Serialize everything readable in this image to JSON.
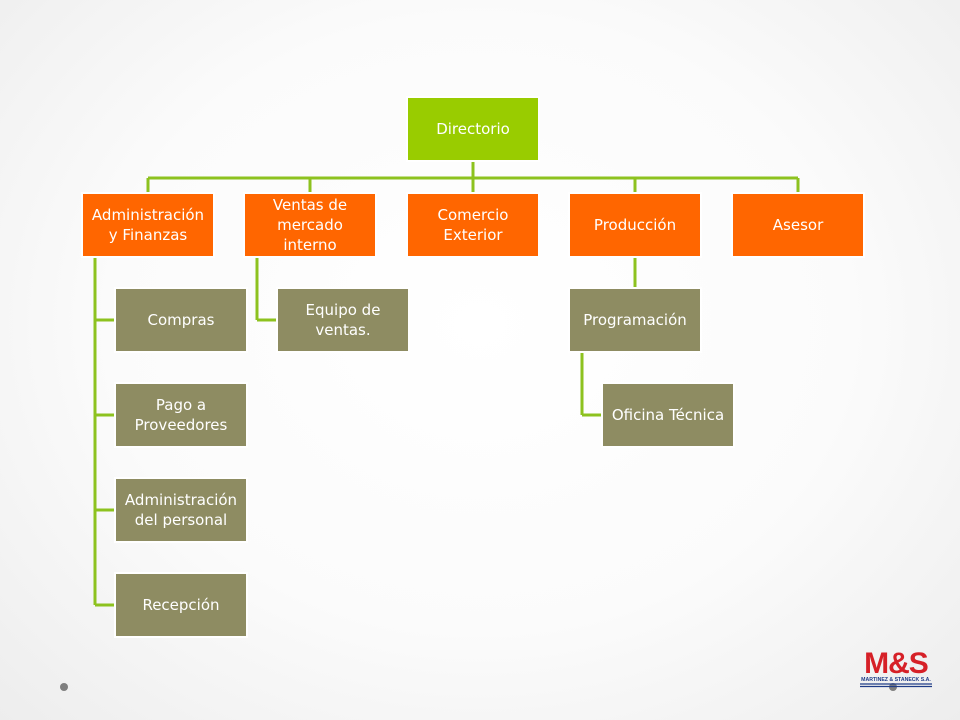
{
  "org": {
    "root": "Directorio",
    "departments": [
      "Administración y Finanzas",
      "Ventas de mercado interno",
      "Comercio Exterior",
      "Producción",
      "Asesor"
    ],
    "admin_children": [
      "Compras",
      "Pago a Proveedores",
      "Administración del personal",
      "Recepción"
    ],
    "ventas_children": [
      "Equipo de ventas."
    ],
    "produccion_child": "Programación",
    "programacion_child": "Oficina Técnica"
  },
  "logo": {
    "text": "M&S",
    "subtext": "MARTINEZ & STANECK S.A."
  },
  "colors": {
    "root": "#99cc00",
    "department": "#ff6600",
    "sub": "#8e8c62",
    "connector": "#8dc21f"
  }
}
